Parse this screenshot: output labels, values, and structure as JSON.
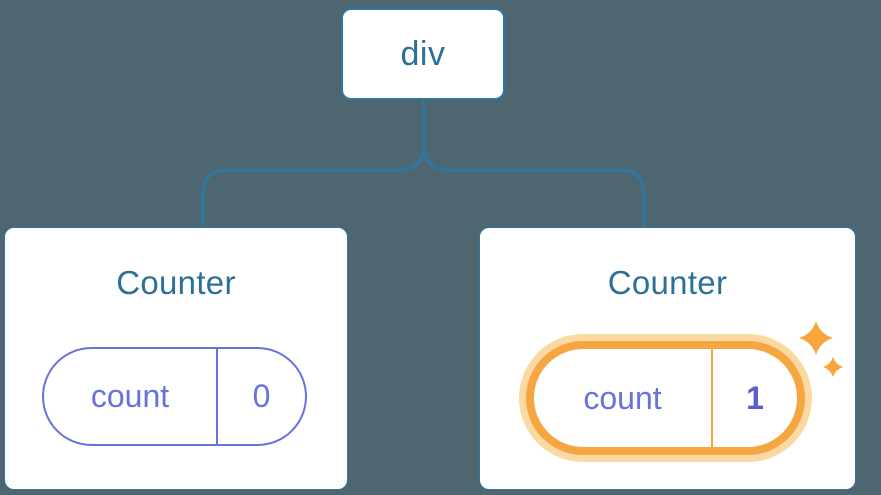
{
  "diagram": {
    "background_color": "#4E6670",
    "root_node": {
      "label": "div"
    },
    "children": [
      {
        "title": "Counter",
        "state_pill": {
          "key": "count",
          "value": "0",
          "highlighted": false
        }
      },
      {
        "title": "Counter",
        "state_pill": {
          "key": "count",
          "value": "1",
          "highlighted": true
        }
      }
    ],
    "icons": [
      {
        "name": "sparkles-icon",
        "glyph": "✦"
      }
    ],
    "colors": {
      "background": "#4E6670",
      "connector_blue": "#2E77A5",
      "node_text_blue": "#2D7096",
      "state_purple": "#6772DC",
      "state_value_bold_purple": "#575ECF",
      "highlight_orange": "#F5A640",
      "highlight_halo": "#FAD9A3",
      "card_background": "#FFFFFF"
    }
  }
}
